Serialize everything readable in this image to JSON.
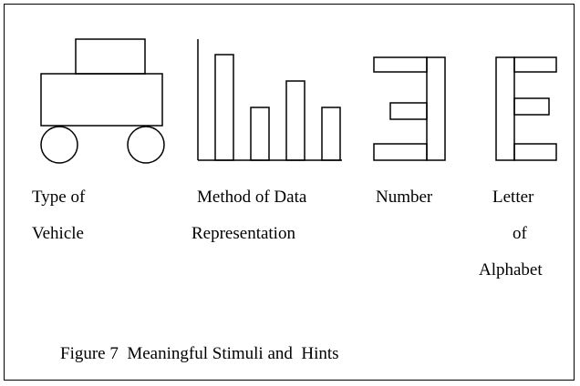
{
  "figure": {
    "caption": "Figure 7  Meaningful Stimuli and  Hints",
    "stimuli": [
      {
        "id": "vehicle",
        "label_lines": [
          "Type of",
          "Vehicle"
        ]
      },
      {
        "id": "data-representation",
        "label_lines": [
          "Method of Data",
          "Representation"
        ]
      },
      {
        "id": "number",
        "label_lines": [
          "Number"
        ]
      },
      {
        "id": "letter",
        "label_lines": [
          "Letter",
          "of",
          "Alphabet"
        ]
      }
    ],
    "bar_heights": [
      4,
      2,
      3,
      2
    ],
    "stroke_color": "#000000"
  }
}
